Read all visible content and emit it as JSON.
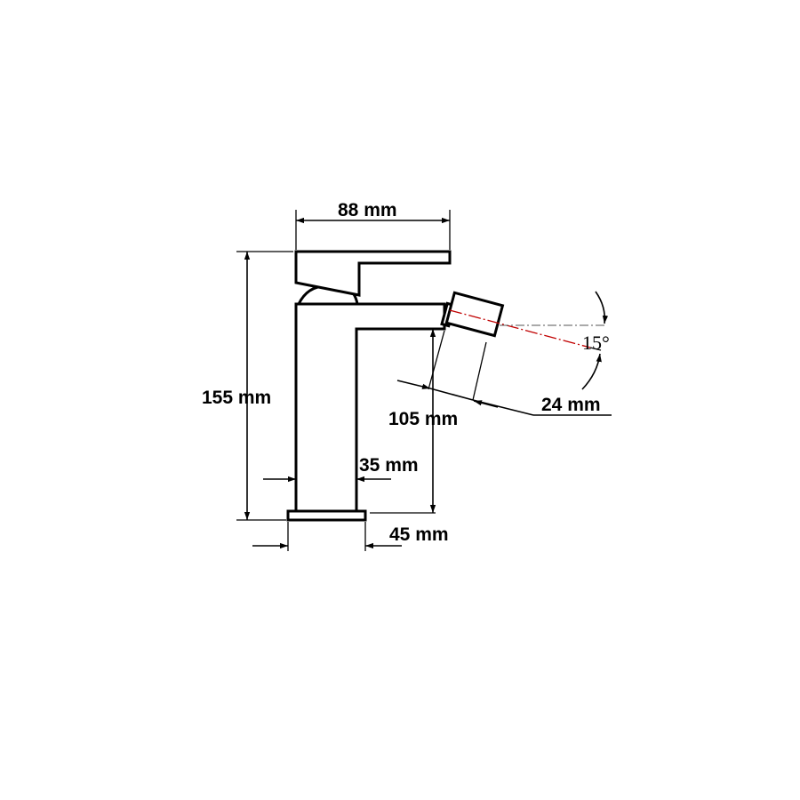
{
  "drawing": {
    "subject": "faucet",
    "dimensions": {
      "width": "88 mm",
      "height": "155 mm",
      "spout_height": "105 mm",
      "body_width": "35 mm",
      "base_width": "45 mm",
      "aerator_diameter": "24 mm",
      "spout_angle": "15°"
    }
  },
  "colors": {
    "outline": "#000000",
    "dimension": "#000000",
    "spout_axis": "#c00000"
  }
}
